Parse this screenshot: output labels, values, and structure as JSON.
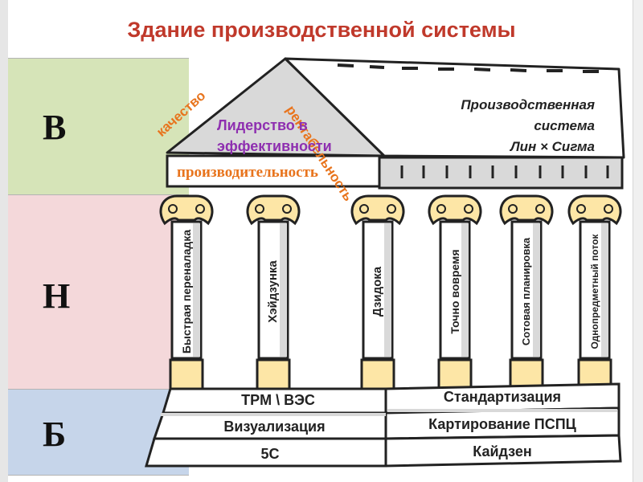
{
  "title": "Здание производственной системы",
  "levels": {
    "top": "В",
    "middle": "Н",
    "bottom": "Б"
  },
  "roof": {
    "left_slope": "качество",
    "right_slope": "рентабельность",
    "pediment": "Лидерство в эффективности",
    "system_line1": "Производственная",
    "system_line2": "система",
    "system_line3": "Лин × Сигма",
    "architrave": "производительность"
  },
  "pillars": [
    "Быстрая  переналадка",
    "Хэйдзунка",
    "Дзидока",
    "Точно вовремя",
    "Сотовая  планировка",
    "Однопредметный поток"
  ],
  "foundation": {
    "left": [
      "TPM \\ ВЭС",
      "Визуализация",
      "5С"
    ],
    "right": [
      "Стандартизация",
      "Картирование ПСПЦ",
      "Кайдзен"
    ]
  },
  "colors": {
    "title": "#c0392b",
    "roof_label": "#e8741d",
    "pediment_text": "#8e2fb0",
    "band_top": "#d6e4b8",
    "band_middle": "#f4d8da",
    "band_bottom": "#c6d5ea",
    "capital": "#fde6a6"
  }
}
